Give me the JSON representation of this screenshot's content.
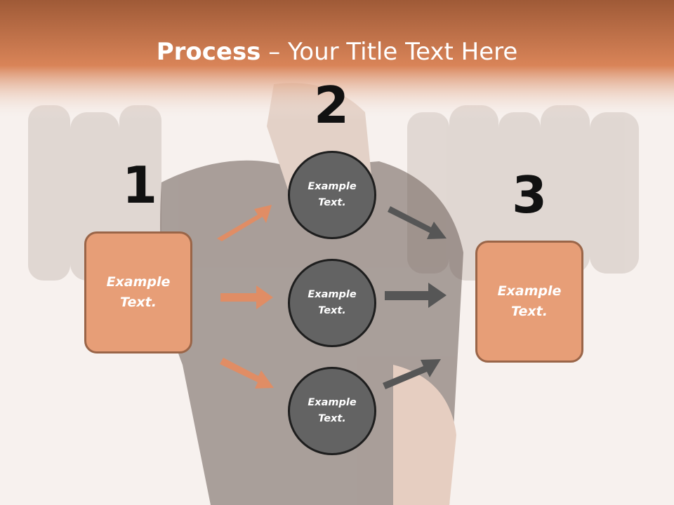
{
  "title": {
    "bold": "Process",
    "rest": " – Your Title Text Here"
  },
  "steps": [
    {
      "number": "1",
      "box_line1": "Example",
      "box_line2": "Text."
    },
    {
      "number": "2"
    },
    {
      "number": "3",
      "box_line1": "Example",
      "box_line2": "Text."
    }
  ],
  "circles": [
    {
      "line1": "Example",
      "line2": "Text."
    },
    {
      "line1": "Example",
      "line2": "Text."
    },
    {
      "line1": "Example",
      "line2": "Text."
    }
  ],
  "colors": {
    "header": "#cf7a4c",
    "box_fill": "#e79e77",
    "box_border": "#9a6548",
    "circle_fill": "#636363",
    "arrow_orange": "#e08d65",
    "arrow_gray": "#565656"
  }
}
